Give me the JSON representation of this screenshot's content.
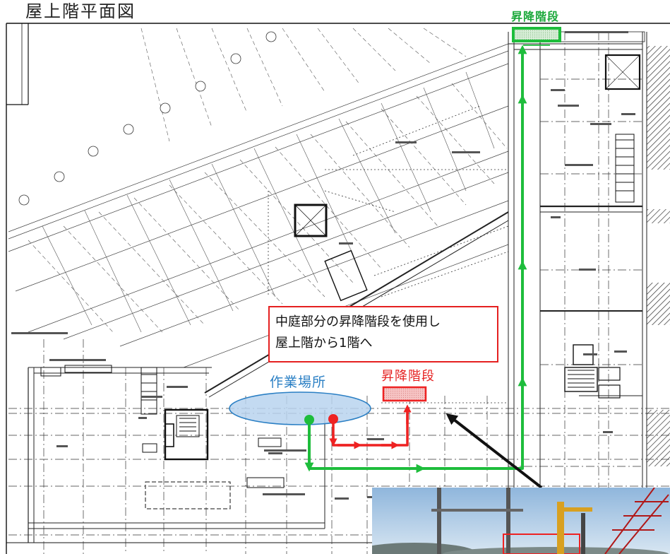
{
  "title": "屋上階平面図",
  "labels": {
    "stair_top": "昇降階段",
    "stair_center": "昇降階段",
    "work_area": "作業場所"
  },
  "callout": {
    "line1": "中庭部分の昇降階段を使用し",
    "line2": "屋上階から1階へ"
  },
  "colors": {
    "route_green": "#1ebd3c",
    "route_red": "#ee2222",
    "work_area_fill": "#b9d3ee",
    "work_area_stroke": "#2a7fc4",
    "stair_fill": "#f4b8b8"
  }
}
